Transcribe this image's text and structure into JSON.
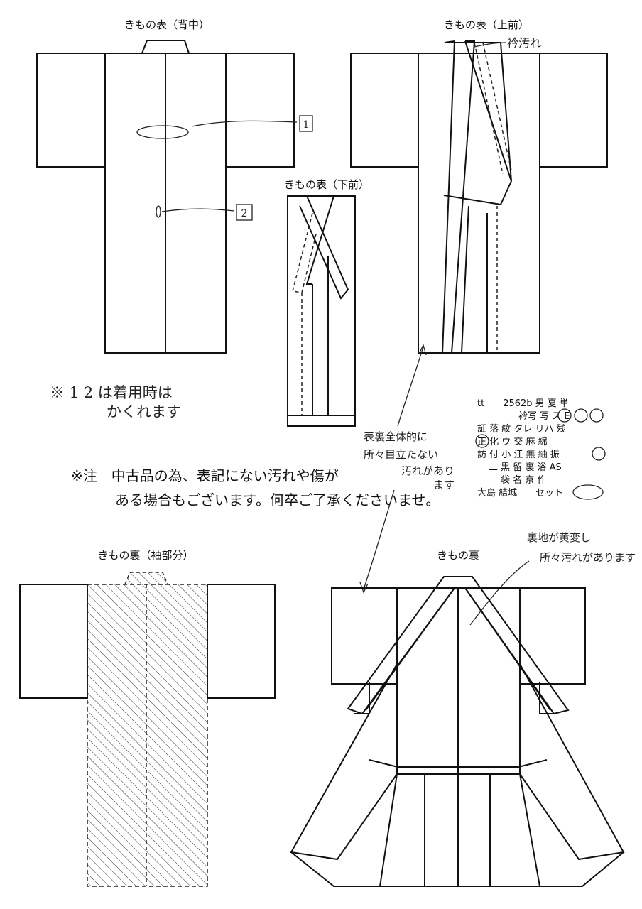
{
  "labels": {
    "front_back": "きもの表（背中）",
    "front_upper": "きもの表（上前）",
    "front_lower": "きもの表（下前）",
    "lining_sleeve": "きもの裏（袖部分）",
    "lining": "きもの裏"
  },
  "handwritten": {
    "collar_stain": "衿汚れ",
    "marker_1": "1",
    "marker_2": "2",
    "hidden_note_line1": "※ 1 2 は着用時は",
    "hidden_note_line2": "かくれます",
    "overall_line1": "表裏全体的に",
    "overall_line2": "所々目立たない",
    "overall_line3": "汚れがあり",
    "overall_line4": "ます",
    "lining_note_line1": "裏地が黄変し",
    "lining_note_line2": "所々汚れがあります"
  },
  "notice": {
    "line1": "※注　中古品の為、表記にない汚れや傷が",
    "line2": "ある場合もございます。何卒ご了承くださいませ。"
  },
  "code_grid": {
    "row1": "tt　　2562b 男 夏 単",
    "row2": "衿写 写 ス E",
    "row3": "証 落 紋 タレ リハ 残",
    "row4": "正 化 ウ 交 麻 綿",
    "row5": "訪 付 小 江 無 紬 振",
    "row6": "二 黒 留 裏 浴 AS",
    "row7": "袋 名 京 作",
    "row8": "大島 結城　　セット"
  }
}
